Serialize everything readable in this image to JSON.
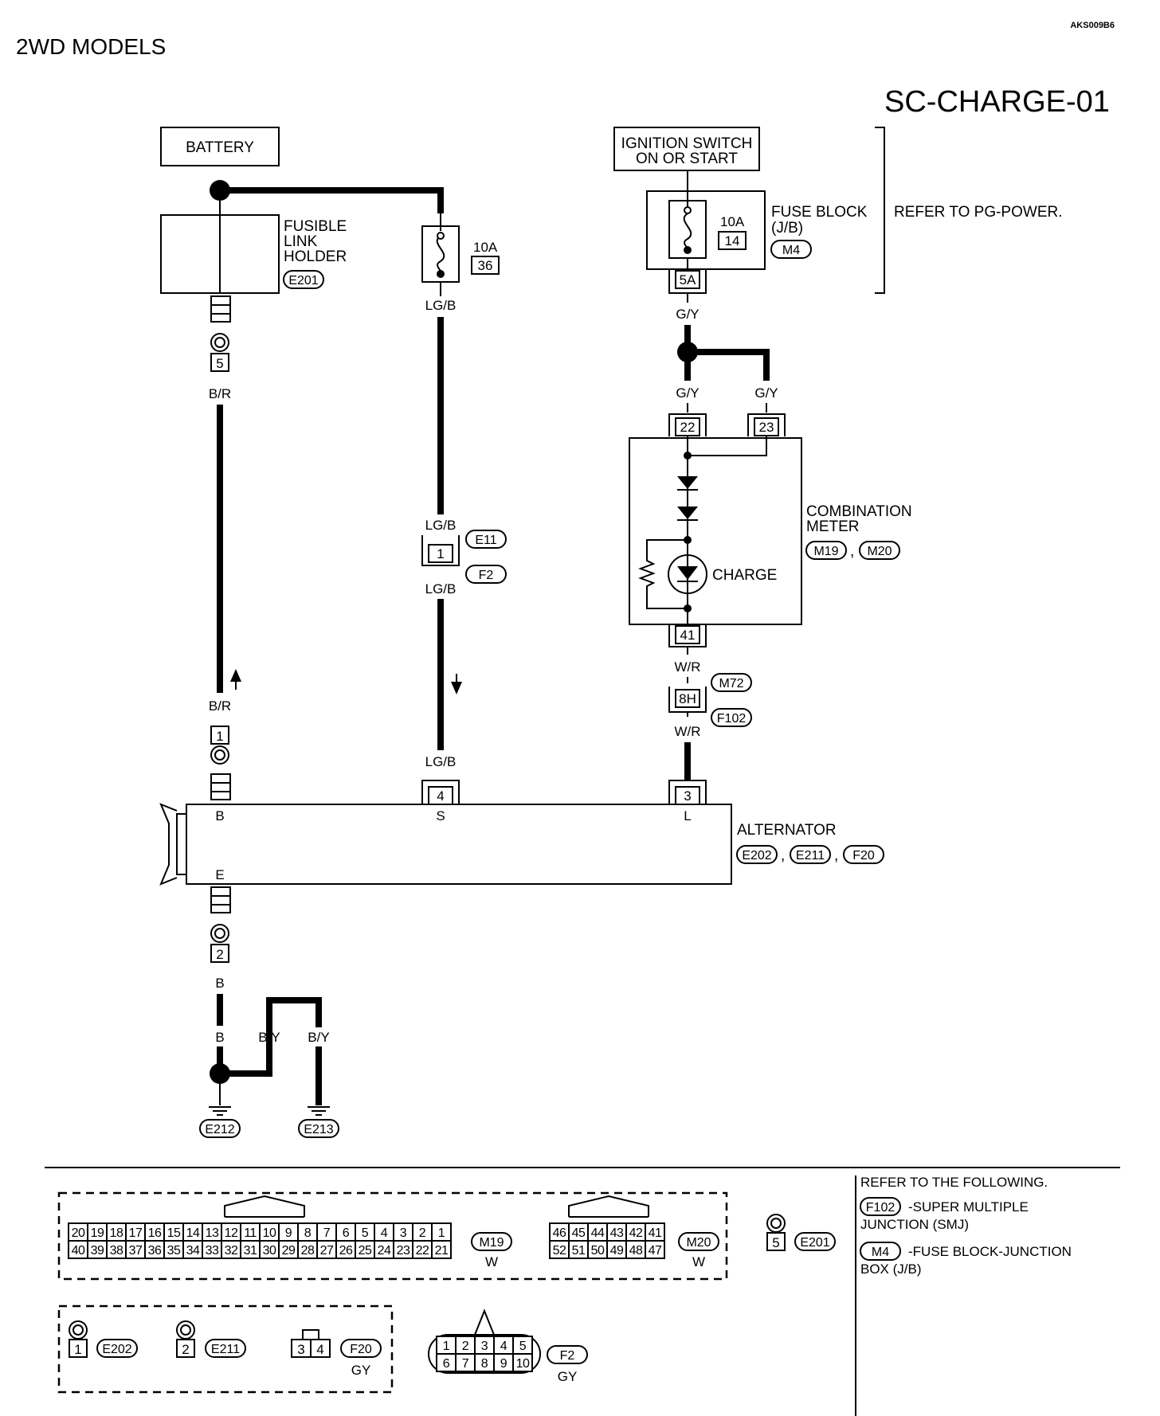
{
  "doc_id": "AKS009B6",
  "page_header": "2WD MODELS",
  "diagram_code": "SC-CHARGE-01",
  "components": {
    "battery": "BATTERY",
    "ignition_line1": "IGNITION SWITCH",
    "ignition_line2": "ON OR START",
    "fusible_line1": "FUSIBLE",
    "fusible_line2": "LINK",
    "fusible_line3": "HOLDER",
    "fusible_conn": "E201",
    "fuse_block": "FUSE BLOCK",
    "fuse_block_jb": "(J/B)",
    "fuse_block_conn": "M4",
    "refer_pg": "REFER TO PG-POWER.",
    "comb_meter_line1": "COMBINATION",
    "comb_meter_line2": "METER",
    "comb_meter_conn1": "M19",
    "comb_meter_conn2": "M20",
    "charge": "CHARGE",
    "alternator": "ALTERNATOR",
    "alt_conn1": "E202",
    "alt_conn2": "E211",
    "alt_conn3": "F20",
    "comma": ","
  },
  "fuses": [
    {
      "amp": "10A",
      "num": "36"
    },
    {
      "amp": "10A",
      "num": "14"
    }
  ],
  "terminals": {
    "t5": "5",
    "t1": "1",
    "t2": "2",
    "t5a": "5A",
    "t22": "22",
    "t23": "23",
    "t41": "41",
    "t8h": "8H",
    "t4": "4",
    "t3": "3",
    "tmid1": "1"
  },
  "alt_pins": {
    "b": "B",
    "s": "S",
    "l": "L",
    "e": "E"
  },
  "wire_colors": {
    "lgb": "LG/B",
    "br": "B/R",
    "gy": "G/Y",
    "wr": "W/R",
    "b": "B",
    "by": "B/Y"
  },
  "connectors": {
    "e11": "E11",
    "f2": "F2",
    "m72": "M72",
    "f102": "F102",
    "e212": "E212",
    "e213": "E213"
  },
  "legend": {
    "m19_top": [
      "20",
      "19",
      "18",
      "17",
      "16",
      "15",
      "14",
      "13",
      "12",
      "11",
      "10",
      "9",
      "8",
      "7",
      "6",
      "5",
      "4",
      "3",
      "2",
      "1"
    ],
    "m19_bottom": [
      "40",
      "39",
      "38",
      "37",
      "36",
      "35",
      "34",
      "33",
      "32",
      "31",
      "30",
      "29",
      "28",
      "27",
      "26",
      "25",
      "24",
      "23",
      "22",
      "21"
    ],
    "m19": "M19",
    "m20_top": [
      "46",
      "45",
      "44",
      "43",
      "42",
      "41"
    ],
    "m20_bottom": [
      "52",
      "51",
      "50",
      "49",
      "48",
      "47"
    ],
    "m20": "M20",
    "color_w": "W",
    "e201_pin": "5",
    "e201": "E201",
    "e202_pin": "1",
    "e202": "E202",
    "e211_pin": "2",
    "e211": "E211",
    "f20_pins": [
      "3",
      "4"
    ],
    "f20": "F20",
    "color_gy": "GY",
    "f2_top": [
      "1",
      "2",
      "3",
      "4",
      "5"
    ],
    "f2_bottom": [
      "6",
      "7",
      "8",
      "9",
      "10"
    ],
    "f2": "F2",
    "refer_following": "REFER TO THE FOLLOWING.",
    "f102": "F102",
    "f102_desc1": "-SUPER MULTIPLE",
    "f102_desc2": "JUNCTION (SMJ)",
    "m4": "M4",
    "m4_desc1": "-FUSE BLOCK-JUNCTION",
    "m4_desc2": "BOX (J/B)"
  }
}
